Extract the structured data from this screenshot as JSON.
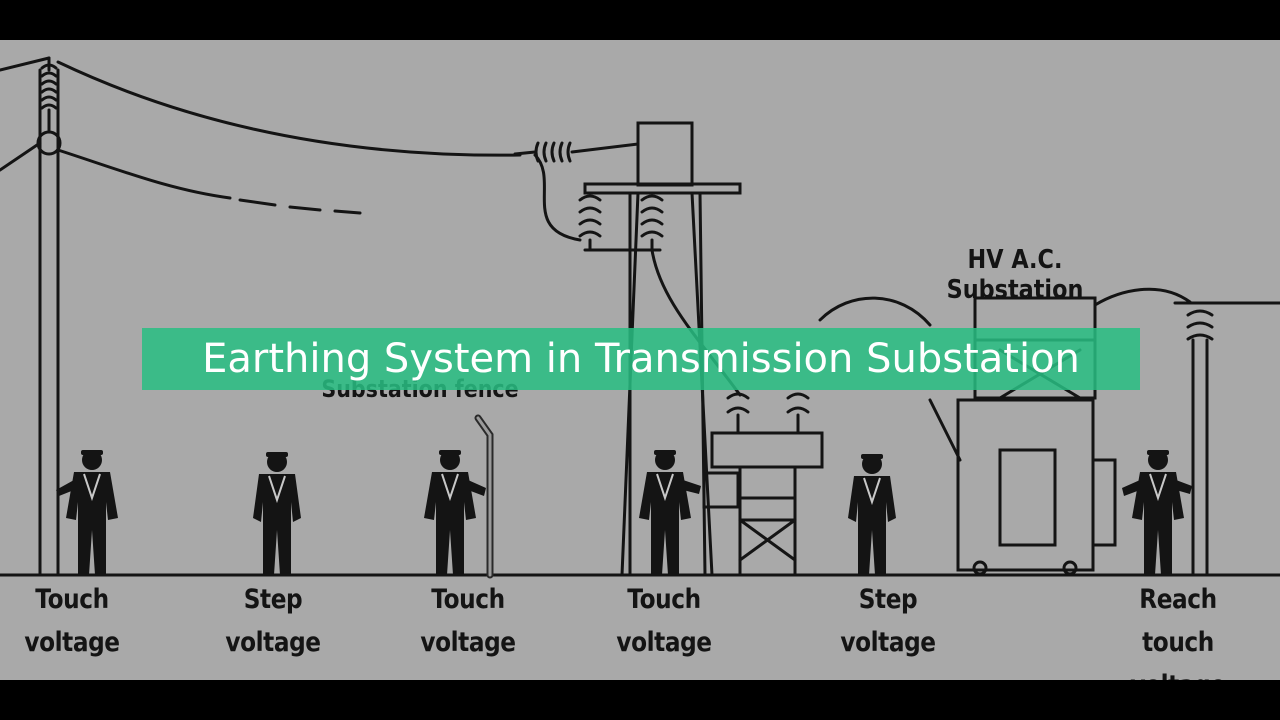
{
  "title": "Earthing System in Transmission Substation",
  "substation_label": "HV A.C. Substation",
  "fence_label": "Substation fence",
  "labels": [
    {
      "line1": "Touch",
      "line2": "voltage"
    },
    {
      "line1": "Step",
      "line2": "voltage"
    },
    {
      "line1": "Touch",
      "line2": "voltage"
    },
    {
      "line1": "Touch",
      "line2": "voltage"
    },
    {
      "line1": "Step",
      "line2": "voltage"
    },
    {
      "line1": "Reach touch",
      "line2": "voltage"
    }
  ],
  "colors": {
    "background": "#a9a9a9",
    "ink": "#141414",
    "banner": "#28be82",
    "banner_text": "#ffffff"
  }
}
